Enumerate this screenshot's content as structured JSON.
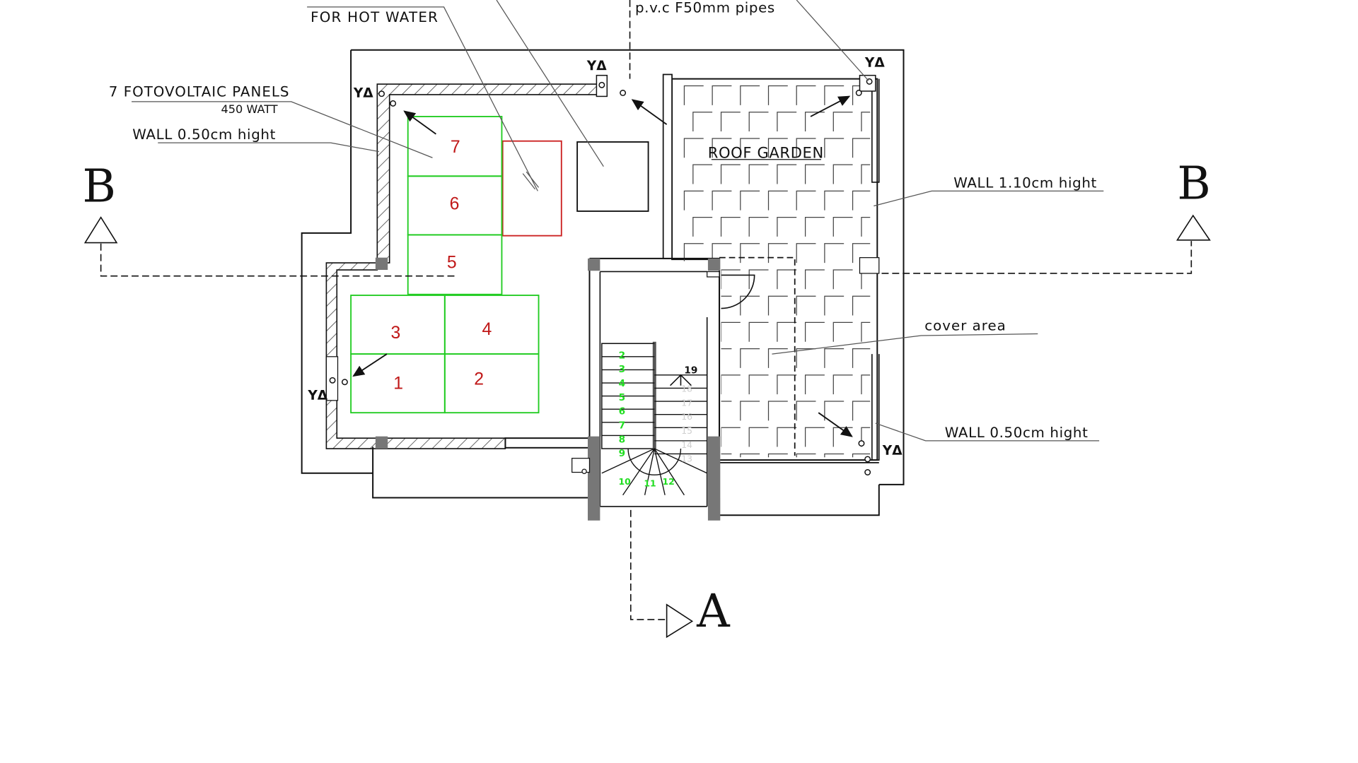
{
  "labels": {
    "hot_water": "FOR HOT WATER",
    "pvc_pipes": "p.v.c F50mm pipes",
    "pv_panels": "7 FOTOVOLTAIC PANELS",
    "pv_watt": "450  WATT",
    "wall_050_top": "WALL 0.50cm hight",
    "wall_110": "WALL 1.10cm hight",
    "roof_garden": "ROOF GARDEN",
    "cover_area": "cover area",
    "wall_050_bottom": "WALL 0.50cm hight"
  },
  "sections": {
    "b_left": "B",
    "b_right": "B",
    "a": "A"
  },
  "drains": {
    "symbol": "ΥΔ"
  },
  "panels": [
    "1",
    "2",
    "3",
    "4",
    "5",
    "6",
    "7"
  ],
  "stairs": {
    "left_steps": [
      "2",
      "3",
      "4",
      "5",
      "6",
      "7",
      "8",
      "9"
    ],
    "winder_steps": [
      "10",
      "11",
      "12"
    ],
    "right_steps": [
      "13",
      "14",
      "15",
      "16",
      "17",
      "18"
    ],
    "top_step": "19"
  },
  "colors": {
    "line": "#111111",
    "panel_outline": "#22cc22",
    "panel_text": "#c01818",
    "tank_outline": "#cc2222",
    "stair_numbers": "#22dd22",
    "column_fill": "#777777"
  }
}
